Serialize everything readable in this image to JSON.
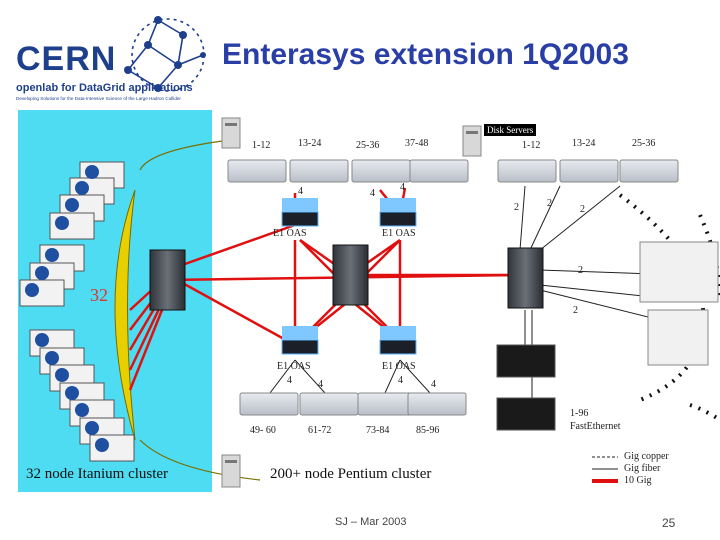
{
  "logo": {
    "name": "CERN",
    "subtitle": "openlab for DataGrid applications",
    "tagline": "Developing Solutions for the Data-Intensive Science of the Large Hadron Collider"
  },
  "title": "Enterasys extension 1Q2003",
  "top_left_ranges": [
    "1-12",
    "13-24",
    "25-36",
    "37-48"
  ],
  "top_right_ranges": [
    "1-12",
    "13-24",
    "25-36"
  ],
  "disk_servers": "Disk Servers",
  "bottom_ranges": [
    "49- 60",
    "61-72",
    "73-84",
    "85-96"
  ],
  "link_counts": {
    "a": "4",
    "b": "4",
    "c": "4",
    "d": "2",
    "e": "2",
    "f": "2",
    "g": "2",
    "h": "2",
    "i": "4",
    "j": "4",
    "k": "4",
    "l": "4"
  },
  "switch_labels": [
    "E1 OAS",
    "E1 OAS",
    "E1 OAS",
    "E1 OAS"
  ],
  "cluster_count": "32",
  "itanium_label": "32 node Itanium cluster",
  "pentium_label": "200+ node Pentium cluster",
  "fast_ethernet": {
    "line1": "1-96",
    "line2": "FastEthernet"
  },
  "legend": {
    "copper": "Gig copper",
    "fiber": "Gig fiber",
    "tengig": "10 Gig"
  },
  "footer": "SJ – Mar 2003",
  "page_number": "25",
  "colors": {
    "cluster_bg": "#4ddcf2",
    "title": "#2a3fa5",
    "link_red": "#e01010",
    "fiber_yellow": "#e8d000"
  }
}
